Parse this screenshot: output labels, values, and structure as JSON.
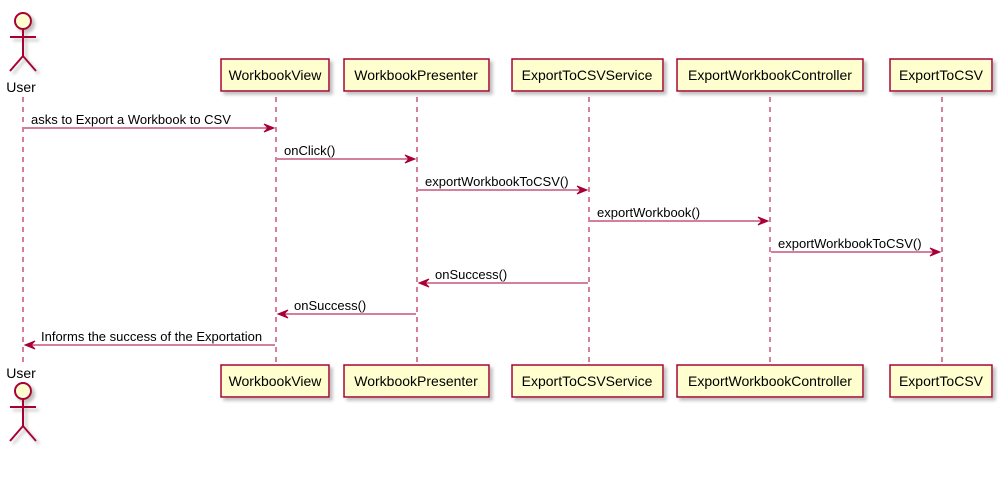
{
  "colors": {
    "border": "#A80036",
    "fill": "#FEFECE",
    "text": "#000000",
    "shadow": "#C0C0C0"
  },
  "actor": {
    "label": "User"
  },
  "participants": [
    {
      "id": "workbook_view",
      "label": "WorkbookView"
    },
    {
      "id": "workbook_presenter",
      "label": "WorkbookPresenter"
    },
    {
      "id": "export_service",
      "label": "ExportToCSVService"
    },
    {
      "id": "export_controller",
      "label": "ExportWorkbookController"
    },
    {
      "id": "export_to_csv",
      "label": "ExportToCSV"
    }
  ],
  "messages": [
    {
      "label": "asks to Export a Workbook to CSV",
      "from": "user",
      "to": "workbook_view"
    },
    {
      "label": "onClick()",
      "from": "workbook_view",
      "to": "workbook_presenter"
    },
    {
      "label": "exportWorkbookToCSV()",
      "from": "workbook_presenter",
      "to": "export_service"
    },
    {
      "label": "exportWorkbook()",
      "from": "export_service",
      "to": "export_controller"
    },
    {
      "label": "exportWorkbookToCSV()",
      "from": "export_controller",
      "to": "export_to_csv"
    },
    {
      "label": "onSuccess()",
      "from": "export_service",
      "to": "workbook_presenter"
    },
    {
      "label": "onSuccess()",
      "from": "workbook_presenter",
      "to": "workbook_view"
    },
    {
      "label": "Informs the success of the Exportation",
      "from": "workbook_view",
      "to": "user"
    }
  ]
}
